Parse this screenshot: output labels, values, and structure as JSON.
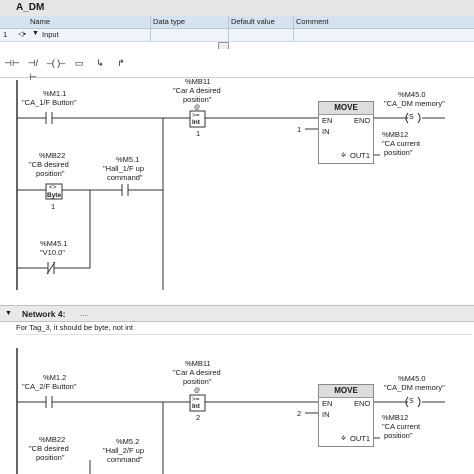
{
  "block": {
    "title": "A_DM"
  },
  "interface": {
    "columns": [
      "Name",
      "Data type",
      "Default value",
      "Comment"
    ],
    "row1": {
      "num": "1",
      "name": "Input"
    }
  },
  "toolbar": {
    "buttons": [
      {
        "icon": "no-contact-icon",
        "glyph": "⊣⊢"
      },
      {
        "icon": "nc-contact-icon",
        "glyph": "⊣/⊢"
      },
      {
        "icon": "coil-icon",
        "glyph": "–( )–"
      },
      {
        "icon": "empty-box-icon",
        "glyph": "▭"
      },
      {
        "icon": "open-branch-icon",
        "glyph": "↳"
      },
      {
        "icon": "close-branch-icon",
        "glyph": "↱"
      }
    ]
  },
  "network3": {
    "contact1": {
      "address": "%M1.1",
      "name": "\"CA_1/F Button\""
    },
    "compare": {
      "address": "%MB11",
      "name1": "\"Car A desired",
      "name2": "position\"",
      "op": ">=",
      "type": "Int",
      "value": "1"
    },
    "move": {
      "title": "MOVE",
      "en": "EN",
      "eno": "ENO",
      "in": "IN",
      "out": "OUT1",
      "in_value": "1"
    },
    "coil": {
      "address": "%M45.0",
      "name": "\"CA_DM memory\""
    },
    "out_tag": {
      "address": "%MB12",
      "name1": "\"CA current",
      "name2": "position\""
    },
    "compare2": {
      "address": "%MB22",
      "name1": "\"CB desired",
      "name2": "position\"",
      "op": "<>",
      "type": "Byte",
      "value": "1"
    },
    "contact2": {
      "address": "%M5.1",
      "name1": "\"Hall_1/F up",
      "name2": "command\""
    },
    "contact3": {
      "address": "%M45.1",
      "name": "\"V10.0\""
    }
  },
  "network4": {
    "title": "Network 4:",
    "dots": "....",
    "comment": "For Tag_3, it should be byte, not int",
    "contact1": {
      "address": "%M1.2",
      "name": "\"CA_2/F Button\""
    },
    "compare": {
      "address": "%MB11",
      "name1": "\"Car A desired",
      "name2": "position\"",
      "op": ">=",
      "type": "Int",
      "value": "2"
    },
    "move": {
      "title": "MOVE",
      "en": "EN",
      "eno": "ENO",
      "in": "IN",
      "out": "OUT1",
      "in_value": "2"
    },
    "coil": {
      "address": "%M45.0",
      "name": "\"CA_DM memory\""
    },
    "out_tag": {
      "address": "%MB12",
      "name1": "\"CA current",
      "name2": "position\""
    },
    "compare2": {
      "address": "%MB22",
      "name1": "\"CB desired",
      "name2": "position\""
    },
    "contact2": {
      "address": "%M5.2",
      "name1": "\"Hall_2/F up",
      "name2": "command\""
    }
  }
}
